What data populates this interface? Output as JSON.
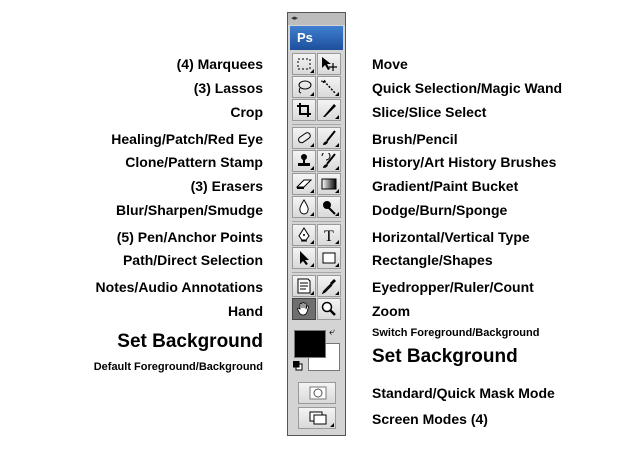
{
  "app": {
    "logo_text": "Ps",
    "grip": "◂▸"
  },
  "left_labels": [
    "(4) Marquees",
    "(3) Lassos",
    "Crop",
    "Healing/Patch/Red Eye",
    "Clone/Pattern Stamp",
    "(3) Erasers",
    "Blur/Sharpen/Smudge",
    "(5) Pen/Anchor Points",
    "Path/Direct Selection",
    "Notes/Audio Annotations",
    "Hand",
    "Set Background",
    "Default Foreground/Background"
  ],
  "right_labels": [
    "Move",
    "Quick Selection/Magic Wand",
    "Slice/Slice Select",
    "Brush/Pencil",
    "History/Art History Brushes",
    "Gradient/Paint Bucket",
    "Dodge/Burn/Sponge",
    "Horizontal/Vertical Type",
    "Rectangle/Shapes",
    "Eyedropper/Ruler/Count",
    "Zoom",
    "Switch Foreground/Background",
    "Set Background",
    "Standard/Quick Mask Mode",
    "Screen Modes (4)"
  ],
  "tools": {
    "type_glyph": "T",
    "swap_glyph": "⤶"
  },
  "colors": {
    "foreground": "#000000",
    "background": "#ffffff",
    "logo_blue": "#2a62b8"
  },
  "icons": [
    "marquee-icon",
    "move-icon",
    "lasso-icon",
    "magic-wand-icon",
    "crop-icon",
    "slice-icon",
    "healing-brush-icon",
    "brush-icon",
    "clone-stamp-icon",
    "history-brush-icon",
    "eraser-icon",
    "gradient-icon",
    "blur-icon",
    "dodge-icon",
    "pen-icon",
    "type-icon",
    "path-selection-icon",
    "rectangle-icon",
    "notes-icon",
    "eyedropper-icon",
    "hand-icon",
    "zoom-icon",
    "quick-mask-icon",
    "screen-mode-icon"
  ]
}
